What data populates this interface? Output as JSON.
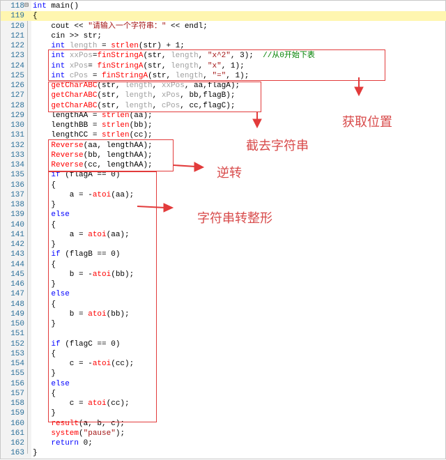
{
  "editor": {
    "lines": [
      {
        "n": "118",
        "fold": "⊟",
        "cur": false,
        "t": [
          {
            "k": "kw",
            "s": "int"
          },
          {
            "k": "",
            "s": " main()"
          }
        ]
      },
      {
        "n": "119",
        "fold": "",
        "cur": true,
        "t": [
          {
            "k": "",
            "s": "{"
          }
        ]
      },
      {
        "n": "120",
        "fold": "",
        "cur": false,
        "t": [
          {
            "k": "",
            "s": "    cout << "
          },
          {
            "k": "str",
            "s": "\"请输入一个字符串：\""
          },
          {
            "k": "",
            "s": " << endl;"
          }
        ]
      },
      {
        "n": "121",
        "fold": "",
        "cur": false,
        "t": [
          {
            "k": "",
            "s": "    cin >> str;"
          }
        ]
      },
      {
        "n": "122",
        "fold": "",
        "cur": false,
        "t": [
          {
            "k": "",
            "s": "    "
          },
          {
            "k": "kw",
            "s": "int"
          },
          {
            "k": "gray",
            "s": " length"
          },
          {
            "k": "",
            "s": " = "
          },
          {
            "k": "fn",
            "s": "strlen"
          },
          {
            "k": "",
            "s": "(str) + 1;"
          }
        ]
      },
      {
        "n": "123",
        "fold": "",
        "cur": false,
        "t": [
          {
            "k": "",
            "s": "    "
          },
          {
            "k": "kw",
            "s": "int"
          },
          {
            "k": "gray",
            "s": " xxPos"
          },
          {
            "k": "",
            "s": "="
          },
          {
            "k": "fn",
            "s": "finStringA"
          },
          {
            "k": "",
            "s": "(str, "
          },
          {
            "k": "gray",
            "s": "length"
          },
          {
            "k": "",
            "s": ", "
          },
          {
            "k": "str",
            "s": "\"x^2\""
          },
          {
            "k": "",
            "s": ", 3);  "
          },
          {
            "k": "cmt",
            "s": "//从0开始下表"
          }
        ]
      },
      {
        "n": "124",
        "fold": "",
        "cur": false,
        "t": [
          {
            "k": "",
            "s": "    "
          },
          {
            "k": "kw",
            "s": "int"
          },
          {
            "k": "gray",
            "s": " xPos"
          },
          {
            "k": "",
            "s": "= "
          },
          {
            "k": "fn",
            "s": "finStringA"
          },
          {
            "k": "",
            "s": "(str, "
          },
          {
            "k": "gray",
            "s": "length"
          },
          {
            "k": "",
            "s": ", "
          },
          {
            "k": "str",
            "s": "\"x\""
          },
          {
            "k": "",
            "s": ", 1);"
          }
        ]
      },
      {
        "n": "125",
        "fold": "",
        "cur": false,
        "t": [
          {
            "k": "",
            "s": "    "
          },
          {
            "k": "kw",
            "s": "int"
          },
          {
            "k": "gray",
            "s": " cPos"
          },
          {
            "k": "",
            "s": " = "
          },
          {
            "k": "fn",
            "s": "finStringA"
          },
          {
            "k": "",
            "s": "(str, "
          },
          {
            "k": "gray",
            "s": "length"
          },
          {
            "k": "",
            "s": ", "
          },
          {
            "k": "str",
            "s": "\"=\""
          },
          {
            "k": "",
            "s": ", 1);"
          }
        ]
      },
      {
        "n": "126",
        "fold": "",
        "cur": false,
        "t": [
          {
            "k": "",
            "s": "    "
          },
          {
            "k": "fn",
            "s": "getCharABC"
          },
          {
            "k": "",
            "s": "(str, "
          },
          {
            "k": "gray",
            "s": "length"
          },
          {
            "k": "",
            "s": ", "
          },
          {
            "k": "gray",
            "s": "xxPos"
          },
          {
            "k": "",
            "s": ", aa,flagA);"
          }
        ]
      },
      {
        "n": "127",
        "fold": "",
        "cur": false,
        "t": [
          {
            "k": "",
            "s": "    "
          },
          {
            "k": "fn",
            "s": "getCharABC"
          },
          {
            "k": "",
            "s": "(str, "
          },
          {
            "k": "gray",
            "s": "length"
          },
          {
            "k": "",
            "s": ", "
          },
          {
            "k": "gray",
            "s": "xPos"
          },
          {
            "k": "",
            "s": ", bb,flagB);"
          }
        ]
      },
      {
        "n": "128",
        "fold": "",
        "cur": false,
        "t": [
          {
            "k": "",
            "s": "    "
          },
          {
            "k": "fn",
            "s": "getCharABC"
          },
          {
            "k": "",
            "s": "(str, "
          },
          {
            "k": "gray",
            "s": "length"
          },
          {
            "k": "",
            "s": ", "
          },
          {
            "k": "gray",
            "s": "cPos"
          },
          {
            "k": "",
            "s": ", cc,flagC);"
          }
        ]
      },
      {
        "n": "129",
        "fold": "",
        "cur": false,
        "t": [
          {
            "k": "",
            "s": "    lengthAA = "
          },
          {
            "k": "fn",
            "s": "strlen"
          },
          {
            "k": "",
            "s": "(aa);"
          }
        ]
      },
      {
        "n": "130",
        "fold": "",
        "cur": false,
        "t": [
          {
            "k": "",
            "s": "    lengthBB = "
          },
          {
            "k": "fn",
            "s": "strlen"
          },
          {
            "k": "",
            "s": "(bb);"
          }
        ]
      },
      {
        "n": "131",
        "fold": "",
        "cur": false,
        "t": [
          {
            "k": "",
            "s": "    lengthCC = "
          },
          {
            "k": "fn",
            "s": "strlen"
          },
          {
            "k": "",
            "s": "(cc);"
          }
        ]
      },
      {
        "n": "132",
        "fold": "",
        "cur": false,
        "t": [
          {
            "k": "",
            "s": "    "
          },
          {
            "k": "fn",
            "s": "Reverse"
          },
          {
            "k": "",
            "s": "(aa, lengthAA);"
          }
        ]
      },
      {
        "n": "133",
        "fold": "",
        "cur": false,
        "t": [
          {
            "k": "",
            "s": "    "
          },
          {
            "k": "fn",
            "s": "Reverse"
          },
          {
            "k": "",
            "s": "(bb, lengthAA);"
          }
        ]
      },
      {
        "n": "134",
        "fold": "",
        "cur": false,
        "t": [
          {
            "k": "",
            "s": "    "
          },
          {
            "k": "fn",
            "s": "Reverse"
          },
          {
            "k": "",
            "s": "(cc, lengthAA);"
          }
        ]
      },
      {
        "n": "135",
        "fold": "",
        "cur": false,
        "t": [
          {
            "k": "",
            "s": "    "
          },
          {
            "k": "kw",
            "s": "if"
          },
          {
            "k": "",
            "s": " (flagA == 0)"
          }
        ]
      },
      {
        "n": "136",
        "fold": "",
        "cur": false,
        "t": [
          {
            "k": "",
            "s": "    {"
          }
        ]
      },
      {
        "n": "137",
        "fold": "",
        "cur": false,
        "t": [
          {
            "k": "",
            "s": "        a = -"
          },
          {
            "k": "fn",
            "s": "atoi"
          },
          {
            "k": "",
            "s": "(aa);"
          }
        ]
      },
      {
        "n": "138",
        "fold": "",
        "cur": false,
        "t": [
          {
            "k": "",
            "s": "    }"
          }
        ]
      },
      {
        "n": "139",
        "fold": "",
        "cur": false,
        "t": [
          {
            "k": "",
            "s": "    "
          },
          {
            "k": "kw",
            "s": "else"
          }
        ]
      },
      {
        "n": "140",
        "fold": "",
        "cur": false,
        "t": [
          {
            "k": "",
            "s": "    {"
          }
        ]
      },
      {
        "n": "141",
        "fold": "",
        "cur": false,
        "t": [
          {
            "k": "",
            "s": "        a = "
          },
          {
            "k": "fn",
            "s": "atoi"
          },
          {
            "k": "",
            "s": "(aa);"
          }
        ]
      },
      {
        "n": "142",
        "fold": "",
        "cur": false,
        "t": [
          {
            "k": "",
            "s": "    }"
          }
        ]
      },
      {
        "n": "143",
        "fold": "",
        "cur": false,
        "t": [
          {
            "k": "",
            "s": "    "
          },
          {
            "k": "kw",
            "s": "if"
          },
          {
            "k": "",
            "s": " (flagB == 0)"
          }
        ]
      },
      {
        "n": "144",
        "fold": "",
        "cur": false,
        "t": [
          {
            "k": "",
            "s": "    {"
          }
        ]
      },
      {
        "n": "145",
        "fold": "",
        "cur": false,
        "t": [
          {
            "k": "",
            "s": "        b = -"
          },
          {
            "k": "fn",
            "s": "atoi"
          },
          {
            "k": "",
            "s": "(bb);"
          }
        ]
      },
      {
        "n": "146",
        "fold": "",
        "cur": false,
        "t": [
          {
            "k": "",
            "s": "    }"
          }
        ]
      },
      {
        "n": "147",
        "fold": "",
        "cur": false,
        "t": [
          {
            "k": "",
            "s": "    "
          },
          {
            "k": "kw",
            "s": "else"
          }
        ]
      },
      {
        "n": "148",
        "fold": "",
        "cur": false,
        "t": [
          {
            "k": "",
            "s": "    {"
          }
        ]
      },
      {
        "n": "149",
        "fold": "",
        "cur": false,
        "t": [
          {
            "k": "",
            "s": "        b = "
          },
          {
            "k": "fn",
            "s": "atoi"
          },
          {
            "k": "",
            "s": "(bb);"
          }
        ]
      },
      {
        "n": "150",
        "fold": "",
        "cur": false,
        "t": [
          {
            "k": "",
            "s": "    }"
          }
        ]
      },
      {
        "n": "151",
        "fold": "",
        "cur": false,
        "t": [
          {
            "k": "",
            "s": ""
          }
        ]
      },
      {
        "n": "152",
        "fold": "",
        "cur": false,
        "t": [
          {
            "k": "",
            "s": "    "
          },
          {
            "k": "kw",
            "s": "if"
          },
          {
            "k": "",
            "s": " (flagC == 0)"
          }
        ]
      },
      {
        "n": "153",
        "fold": "",
        "cur": false,
        "t": [
          {
            "k": "",
            "s": "    {"
          }
        ]
      },
      {
        "n": "154",
        "fold": "",
        "cur": false,
        "t": [
          {
            "k": "",
            "s": "        c = -"
          },
          {
            "k": "fn",
            "s": "atoi"
          },
          {
            "k": "",
            "s": "(cc);"
          }
        ]
      },
      {
        "n": "155",
        "fold": "",
        "cur": false,
        "t": [
          {
            "k": "",
            "s": "    }"
          }
        ]
      },
      {
        "n": "156",
        "fold": "",
        "cur": false,
        "t": [
          {
            "k": "",
            "s": "    "
          },
          {
            "k": "kw",
            "s": "else"
          }
        ]
      },
      {
        "n": "157",
        "fold": "",
        "cur": false,
        "t": [
          {
            "k": "",
            "s": "    {"
          }
        ]
      },
      {
        "n": "158",
        "fold": "",
        "cur": false,
        "t": [
          {
            "k": "",
            "s": "        c = "
          },
          {
            "k": "fn",
            "s": "atoi"
          },
          {
            "k": "",
            "s": "(cc);"
          }
        ]
      },
      {
        "n": "159",
        "fold": "",
        "cur": false,
        "t": [
          {
            "k": "",
            "s": "    }"
          }
        ]
      },
      {
        "n": "160",
        "fold": "",
        "cur": false,
        "t": [
          {
            "k": "",
            "s": "    "
          },
          {
            "k": "fn",
            "s": "result"
          },
          {
            "k": "",
            "s": "(a, b, c);"
          }
        ]
      },
      {
        "n": "161",
        "fold": "",
        "cur": false,
        "t": [
          {
            "k": "",
            "s": "    "
          },
          {
            "k": "fn",
            "s": "system"
          },
          {
            "k": "",
            "s": "("
          },
          {
            "k": "str",
            "s": "\"pause\""
          },
          {
            "k": "",
            "s": ");"
          }
        ]
      },
      {
        "n": "162",
        "fold": "",
        "cur": false,
        "t": [
          {
            "k": "",
            "s": "    "
          },
          {
            "k": "kw",
            "s": "return"
          },
          {
            "k": "",
            "s": " 0;"
          }
        ]
      },
      {
        "n": "163",
        "fold": "",
        "cur": false,
        "t": [
          {
            "k": "",
            "s": "}"
          }
        ]
      }
    ]
  },
  "annotations": {
    "get_position": "获取位置",
    "cut_string": "截去字符串",
    "reverse": "逆转",
    "string_to_int": "字符串转整形"
  },
  "colors": {
    "highlight": "#e23b3b",
    "keyword": "#0000ff",
    "string": "#a31515",
    "function": "#ff0000",
    "comment": "#008000",
    "line_number": "#2a6f99"
  }
}
